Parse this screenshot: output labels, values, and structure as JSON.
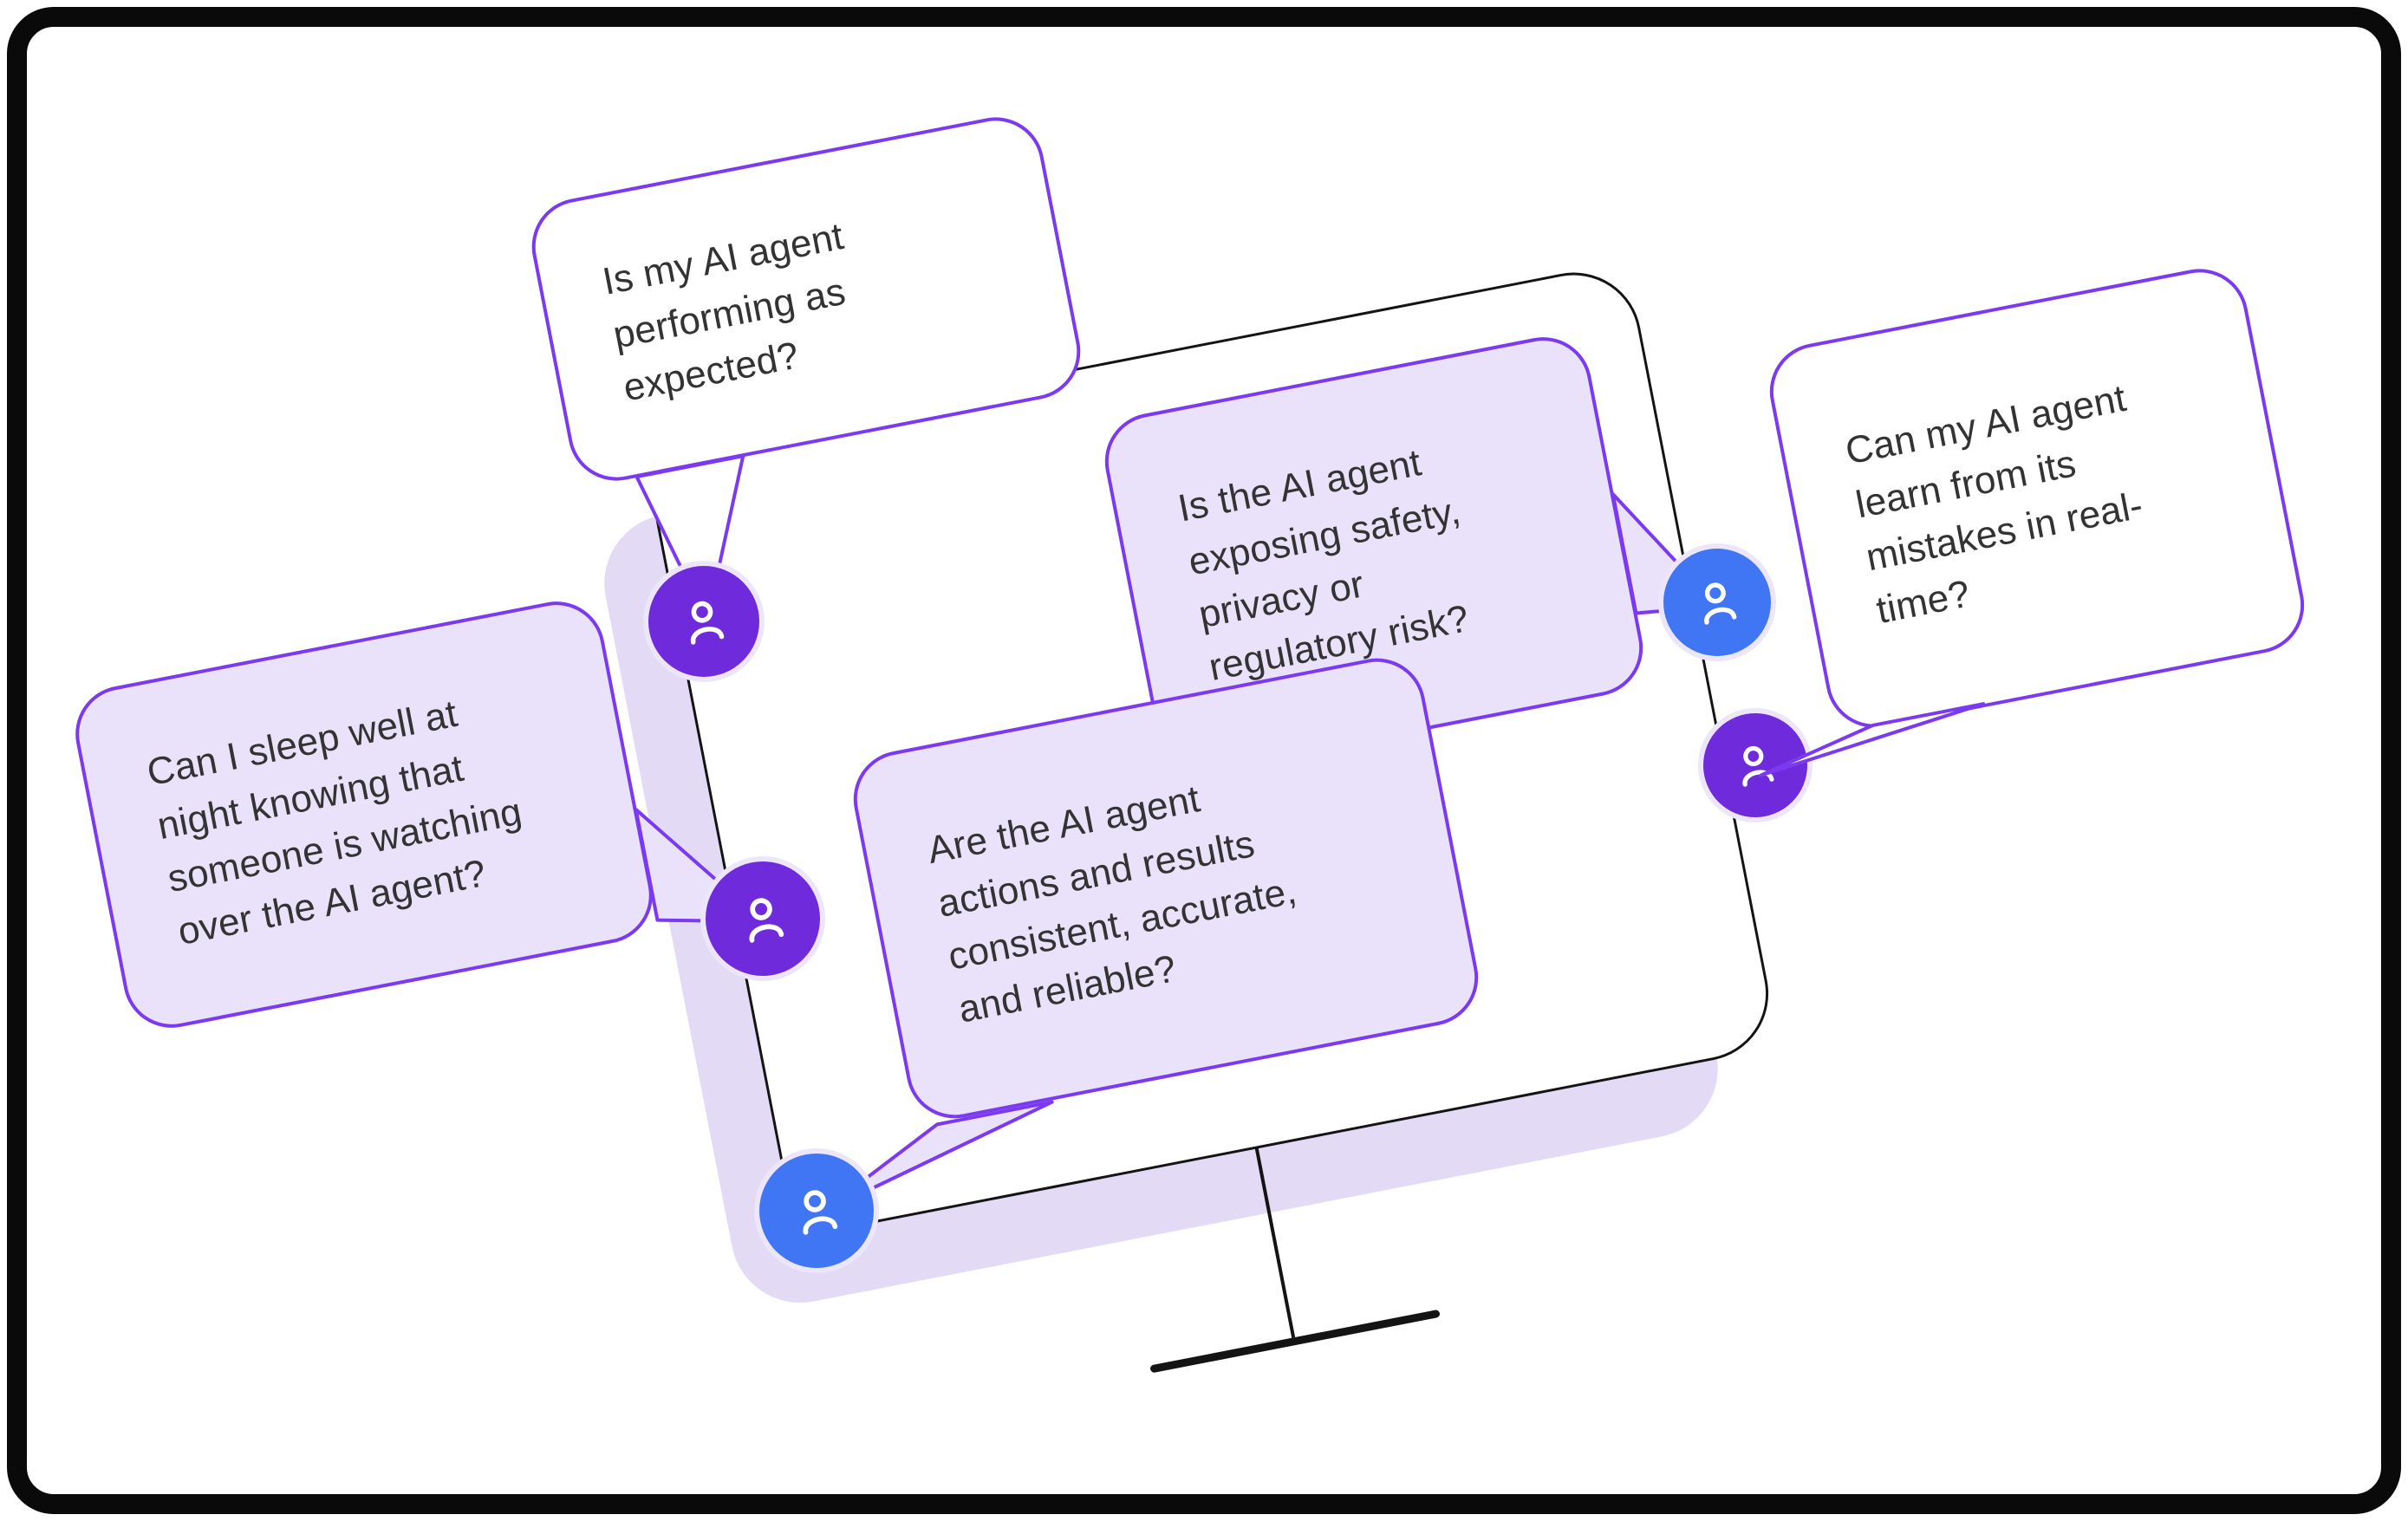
{
  "illustration": {
    "subject": "monitor-with-question-speech-bubbles",
    "bubbles": [
      {
        "id": "performance",
        "text": "Is my AI agent\nperforming as\nexpected?",
        "style": "white"
      },
      {
        "id": "risk",
        "text": "Is the AI agent\nexposing safety,\nprivacy or\nregulatory risk?",
        "style": "lavender"
      },
      {
        "id": "learning",
        "text": "Can my AI agent\nlearn from its\nmistakes in real-\ntime?",
        "style": "white"
      },
      {
        "id": "oversight",
        "text": "Can I sleep well at\nnight knowing that\nsomeone is watching\nover the AI agent?",
        "style": "lavender"
      },
      {
        "id": "reliability",
        "text": "Are the AI agent\nactions and results\nconsistent, accurate,\nand reliable?",
        "style": "lavender"
      }
    ],
    "avatars": [
      {
        "id": "avatar-1",
        "icon": "person-icon",
        "color": "purple"
      },
      {
        "id": "avatar-2",
        "icon": "person-icon",
        "color": "purple"
      },
      {
        "id": "avatar-3",
        "icon": "person-icon",
        "color": "blue"
      },
      {
        "id": "avatar-4",
        "icon": "person-icon",
        "color": "blue"
      },
      {
        "id": "avatar-5",
        "icon": "person-icon",
        "color": "purple"
      }
    ],
    "colors": {
      "bubble_border": "#7b3af0",
      "bubble_lavender": "#e9e2fa",
      "monitor_shadow": "#e3daf6",
      "avatar_purple": "#6f2bdb",
      "avatar_blue": "#4076f4",
      "avatar_ring": "#ede6fa",
      "text": "#333333",
      "frame": "#0a0a0a"
    }
  }
}
